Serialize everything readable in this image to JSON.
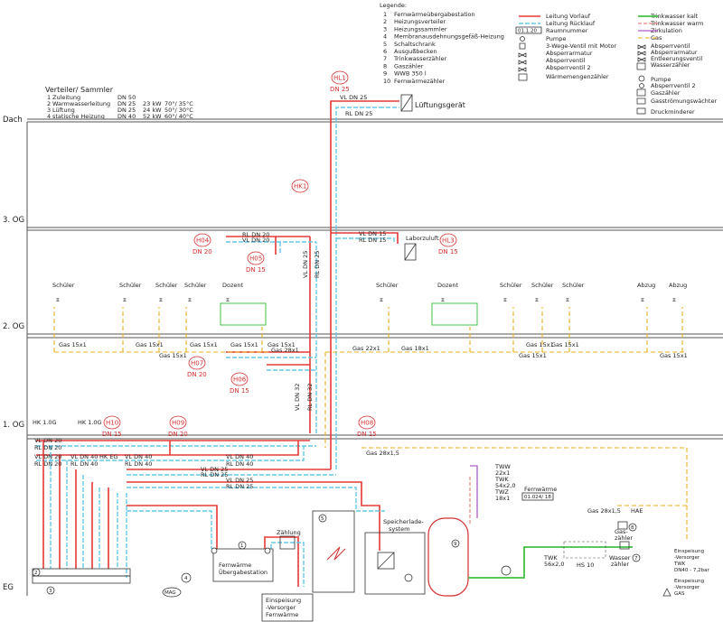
{
  "legend": {
    "title": "Legende:",
    "numbered": [
      {
        "n": "1",
        "text": "Fernwärmeübergabestation"
      },
      {
        "n": "2",
        "text": "Heizungsverteiler"
      },
      {
        "n": "3",
        "text": "Heizungssammler"
      },
      {
        "n": "4",
        "text": "Membranausdehnungsgefäß-Heizung"
      },
      {
        "n": "5",
        "text": "Schaltschrank"
      },
      {
        "n": "6",
        "text": "Ausgußbecken"
      },
      {
        "n": "7",
        "text": "Trinkwasserzähler"
      },
      {
        "n": "8",
        "text": "Gaszähler"
      },
      {
        "n": "9",
        "text": "WWB 350 l"
      },
      {
        "n": "10",
        "text": "Fernwärmezähler"
      }
    ],
    "mid": [
      "Leitung Vorlauf",
      "Leitung Rücklauf",
      "Raumnummer",
      "Pumpe",
      "3-Wege-Ventil mit Motor",
      "Absperrarmatur",
      "Absperrventil",
      "Absperrventil 2",
      "Wärmemengenzähler"
    ],
    "room_box": "01.1.20",
    "right": [
      "Trinkwasser kalt",
      "Trinkwasser warm",
      "Zirkulation",
      "Gas",
      "Absperrventil",
      "Absperrarmatur",
      "Entleerungsventil",
      "Wasserzähler",
      "Pumpe",
      "Absperrventil 2",
      "Gaszähler",
      "Gasströmungswächter",
      "Druckminderer"
    ]
  },
  "distributor": {
    "title": "Verteiler/ Sammler",
    "rows": [
      {
        "n": "1",
        "name": "Zuleitung",
        "dn": "DN 50",
        "kw": "",
        "temp": ""
      },
      {
        "n": "2",
        "name": "Warmwasserleitung",
        "dn": "DN 25",
        "kw": "23 kW",
        "temp": "70°/ 35°C"
      },
      {
        "n": "3",
        "name": "Lüftung",
        "dn": "DN 25",
        "kw": "24 kW",
        "temp": "50°/ 30°C"
      },
      {
        "n": "4",
        "name": "statische Heizung",
        "dn": "DN 40",
        "kw": "52 kW",
        "temp": "60°/ 40°C"
      }
    ]
  },
  "floors": [
    "Dach",
    "3. OG",
    "2. OG",
    "1. OG",
    "EG"
  ],
  "circuits": [
    {
      "id": "HL1",
      "dn": "DN 25"
    },
    {
      "id": "HK1",
      "dn": ""
    },
    {
      "id": "H04",
      "dn": "DN 20"
    },
    {
      "id": "H05",
      "dn": "DN 15"
    },
    {
      "id": "HL3",
      "dn": "DN 15"
    },
    {
      "id": "H07",
      "dn": "DN 20"
    },
    {
      "id": "H06",
      "dn": "DN 15"
    },
    {
      "id": "H10",
      "dn": "DN 15"
    },
    {
      "id": "H09",
      "dn": "DN 20"
    },
    {
      "id": "H08",
      "dn": "DN 15"
    }
  ],
  "devices": {
    "lueftung": "Lüftungsgerät",
    "laborzuluft": "Laborzuluft",
    "zaehlung": "Zählung",
    "fw_station_1": "Fernwärme",
    "fw_station_2": "Übergabestation",
    "einspeisung_fw": [
      "Einspeisung",
      "-Versorger",
      "Fernwärme"
    ],
    "speicher": [
      "Speicherlade-",
      "system"
    ],
    "fernwaerme_lbl": "Fernwärme",
    "fw_box": "01.024/ 18",
    "gaszaehler": [
      "Gas-",
      "zähler"
    ],
    "wasserzaehler": [
      "Wasser",
      "zähler"
    ],
    "einspeisung_twk": [
      "Einspeisung",
      "-Versorger",
      "TWK",
      "DN40 - 7,2bar"
    ],
    "einspeisung_gas": [
      "Einspeisung",
      "-Versorger",
      "GAS"
    ],
    "hae": "HAE",
    "hs10": "HS 10",
    "twk_box": [
      "TWK",
      "56x2,0"
    ],
    "mag": "MAG"
  },
  "pipe_labels": {
    "vl_dn25_top": "VL DN 25",
    "rl_dn25_top": "RL DN 25",
    "rl_dn20": "RL DN 20",
    "vl_dn20": "VL DN 20",
    "vl_dn15": "VL DN 15",
    "rl_dn15": "RL DN 15",
    "vl_dn25_v": "VL DN 25",
    "rl_dn25_v": "RL DN 25",
    "vl_dn32": "VL DN 32",
    "rl_dn32": "RL DN 32",
    "vl_dn40": "VL DN 40",
    "rl_dn40": "RL DN 40",
    "vl_dn20_eg": "VL DN 20",
    "rl_dn20_eg": "RL DN 20",
    "gas_28": "Gas 28x1,5",
    "gas_28b": "Gas 28x1,5",
    "gas_22": "Gas 22x1",
    "gas_18": "Gas 18x1",
    "gas_15": "Gas 15x1",
    "gas_28x1": "Gas 28x1",
    "tww": [
      "TWW",
      "22x1",
      "TWK",
      "54x2,0",
      "TWZ",
      "18x1"
    ],
    "hk_1og": "HK 1.0G",
    "hk_eg": "HK EG"
  },
  "rooms_2og": [
    "Schüler",
    "Schüler",
    "Schüler",
    "Schüler",
    "Dozent",
    "Schüler",
    "Dozent",
    "Schüler",
    "Schüler",
    "Schüler",
    "Abzug",
    "Abzug"
  ]
}
